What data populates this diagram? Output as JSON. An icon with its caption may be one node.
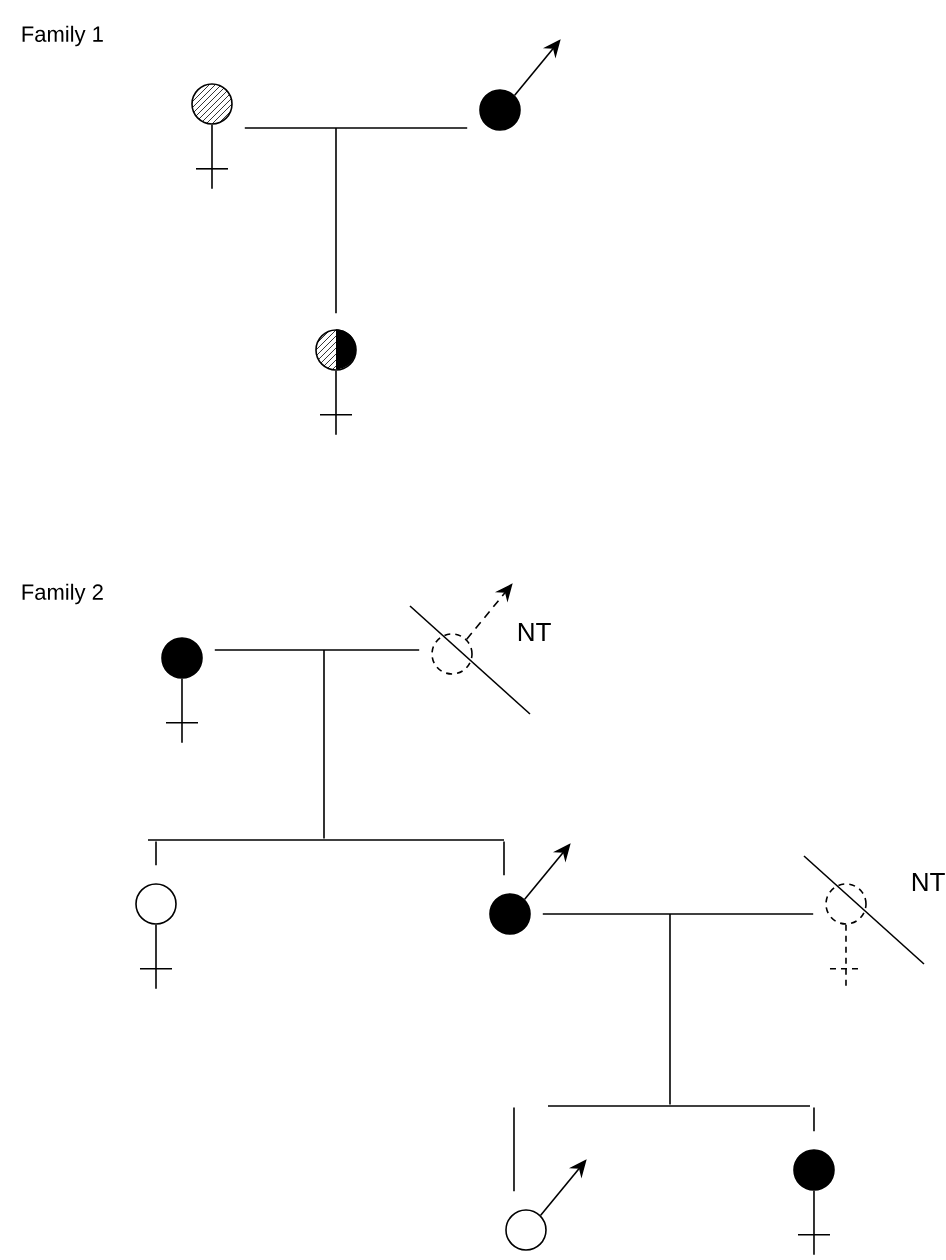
{
  "diagram": {
    "nodes": [
      {
        "text": [],
        "shape": "circle"
      },
      {
        "text": [],
        "shape": "circle"
      },
      {
        "text": [],
        "shape": "circle"
      },
      {
        "text": [],
        "shape": "circle"
      },
      {
        "text": [],
        "shape": "circle",
        "beside": [
          "NT"
        ]
      },
      {
        "text": [],
        "shape": "bar"
      },
      {
        "text": [],
        "shape": "circle"
      },
      {
        "text": [],
        "shape": "circle"
      },
      {
        "text": [],
        "shape": "circle",
        "beside": [
          "NT"
        ]
      },
      {
        "text": [],
        "shape": "bar"
      },
      {
        "text": [],
        "shape": "circle"
      },
      {
        "text": [],
        "shape": "circle"
      }
    ],
    "edges": [
      {
        "from": 0,
        "to": 1,
        "arrow": "none"
      },
      {
        "from": null,
        "to": 2,
        "arrow": "none"
      },
      {
        "from": 3,
        "to": 4,
        "arrow": "none"
      },
      {
        "from": null,
        "to": 5,
        "arrow": "none"
      },
      {
        "from": 5,
        "to": 6,
        "arrow": "none"
      },
      {
        "from": 5,
        "to": 7,
        "arrow": "none"
      },
      {
        "from": 7,
        "to": 8,
        "arrow": "none"
      },
      {
        "from": null,
        "to": 9,
        "arrow": "none"
      },
      {
        "from": 9,
        "to": 10,
        "arrow": "none"
      },
      {
        "from": 9,
        "to": 11,
        "arrow": "none"
      }
    ],
    "labels": [
      "Family 1",
      "Family 2"
    ]
  }
}
